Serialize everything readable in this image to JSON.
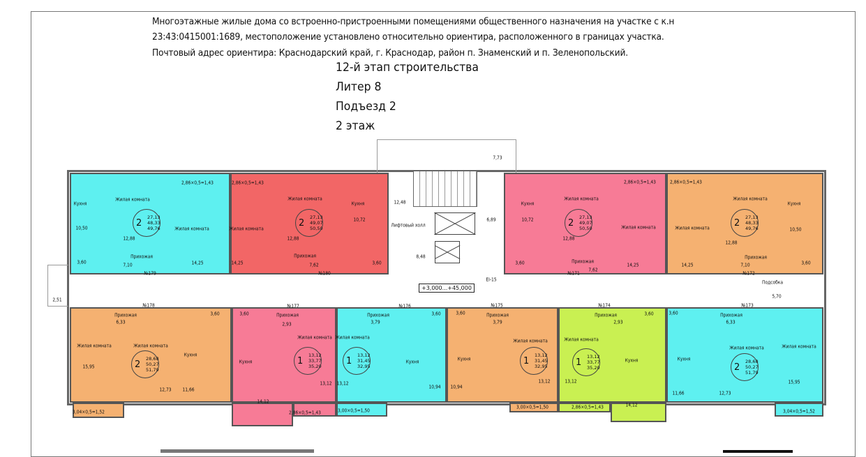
{
  "header": {
    "lines": [
      "Многоэтажные жилые дома со встроенно-пристроенными помещениями общественного назначения на участке с к.н",
      "23:43:0415001:1689, местоположение установлено относительно ориентира, расположенного в границах участка.",
      "Почтовый адрес ориентира: Краснодарский край, г. Краснодар, район п. Знаменский и п. Зеленопольский."
    ],
    "stage": "12-й этап строительства",
    "liter": "Литер 8",
    "entrance": "Подъезд 2",
    "floor": "2 этаж"
  },
  "core": {
    "stair_area": "12,48",
    "lift_hall": "Лифтовый холл",
    "lift_hall_area": "8,48",
    "corridor_area": "6,89",
    "vestibule_area": "7,73",
    "elevation": "+3,000...+45,000",
    "door_mark": "EI-15",
    "left_area": "2,51",
    "storage": "Подсобка",
    "storage_area": "5,70"
  },
  "colors": {
    "cyan": "#5ef0f0",
    "red": "#f26666",
    "pink": "#f77b96",
    "orange": "#f5b171",
    "green": "#c9f052"
  },
  "apartments": [
    {
      "number": "№179",
      "color": "#5ef0f0",
      "rooms": "2",
      "areas": [
        "27,13",
        "48,33",
        "49,76"
      ],
      "labels": [
        "Кухня",
        "10,50",
        "Жилая комната",
        "12,88",
        "Прихожая",
        "7,10",
        "3,60",
        "Жилая комната",
        "14,25",
        "2,86×0,5=1,43"
      ]
    },
    {
      "number": "№180",
      "color": "#f26666",
      "rooms": "2",
      "areas": [
        "27,13",
        "49,07",
        "50,50"
      ],
      "labels": [
        "2,86×0,5=1,43",
        "Жилая комната",
        "14,25",
        "Жилая комната",
        "12,88",
        "Прихожая",
        "7,62",
        "Кухня",
        "10,72",
        "3,60"
      ]
    },
    {
      "number": "№171",
      "color": "#f77b96",
      "rooms": "2",
      "areas": [
        "27,13",
        "49,07",
        "50,50"
      ],
      "labels": [
        "Кухня",
        "10,72",
        "Жилая комната",
        "12,88",
        "Прихожая",
        "7,62",
        "3,60",
        "Жилая комната",
        "14,25",
        "2,86×0,5=1,43"
      ]
    },
    {
      "number": "№172",
      "color": "#f5b171",
      "rooms": "2",
      "areas": [
        "27,13",
        "48,33",
        "49,76"
      ],
      "labels": [
        "2,86×0,5=1,43",
        "Жилая комната",
        "14,25",
        "Жилая комната",
        "12,88",
        "Прихожая",
        "7,10",
        "Кухня",
        "10,50",
        "3,60"
      ]
    },
    {
      "number": "№178",
      "color": "#f5b171",
      "rooms": "2",
      "areas": [
        "28,68",
        "50,27",
        "51,79"
      ],
      "labels": [
        "Прихожая",
        "6,33",
        "3,60",
        "Жилая комната",
        "15,95",
        "Жилая комната",
        "Кухня",
        "12,73",
        "11,66",
        "3,04×0,5=1,52"
      ]
    },
    {
      "number": "№177",
      "color": "#f77b96",
      "rooms": "1",
      "areas": [
        "13,12",
        "33,77",
        "35,20"
      ],
      "labels": [
        "3,60",
        "Прихожая",
        "2,93",
        "Кухня",
        "Жилая комната",
        "13,12",
        "14,12",
        "2,86×0,5=1,43"
      ]
    },
    {
      "number": "№176",
      "color": "#5ef0f0",
      "rooms": "1",
      "areas": [
        "13,12",
        "31,45",
        "32,95"
      ],
      "labels": [
        "Прихожая",
        "3,79",
        "3,60",
        "Жилая комната",
        "13,12",
        "Кухня",
        "10,94",
        "3,00×0,5=1,50"
      ]
    },
    {
      "number": "№175",
      "color": "#f5b171",
      "rooms": "1",
      "areas": [
        "13,12",
        "31,45",
        "32,95"
      ],
      "labels": [
        "3,60",
        "Прихожая",
        "3,79",
        "Кухня",
        "10,94",
        "Жилая комната",
        "13,12",
        "3,00×0,5=1,50"
      ]
    },
    {
      "number": "№174",
      "color": "#c9f052",
      "rooms": "1",
      "areas": [
        "13,12",
        "33,77",
        "35,20"
      ],
      "labels": [
        "Прихожая",
        "2,93",
        "3,60",
        "Жилая комната",
        "13,12",
        "Кухня",
        "14,12",
        "2,86×0,5=1,43"
      ]
    },
    {
      "number": "№173",
      "color": "#5ef0f0",
      "rooms": "2",
      "areas": [
        "28,68",
        "50,27",
        "51,79"
      ],
      "labels": [
        "3,60",
        "Прихожая",
        "6,33",
        "Кухня",
        "11,66",
        "Жилая комната",
        "12,73",
        "Жилая комната",
        "15,95",
        "3,04×0,5=1,52"
      ]
    }
  ]
}
